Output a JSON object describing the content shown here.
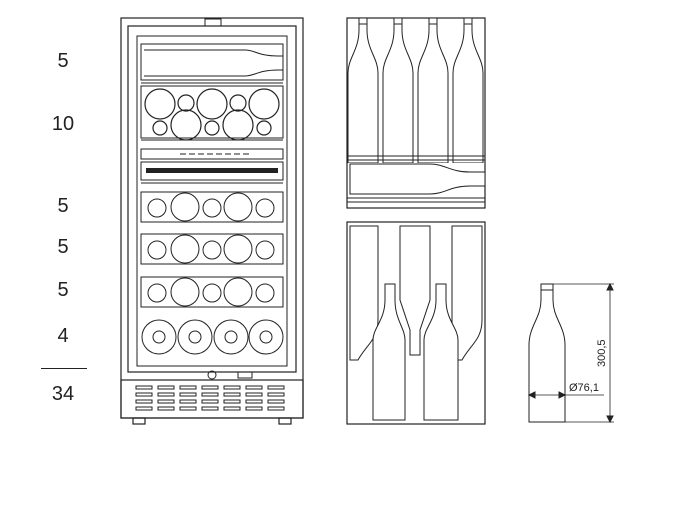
{
  "capacity": {
    "shelves": [
      "5",
      "10",
      "5",
      "5",
      "5",
      "4"
    ],
    "total": "34"
  },
  "bottle": {
    "height": "300,5",
    "diameter": "Ø76,1"
  }
}
